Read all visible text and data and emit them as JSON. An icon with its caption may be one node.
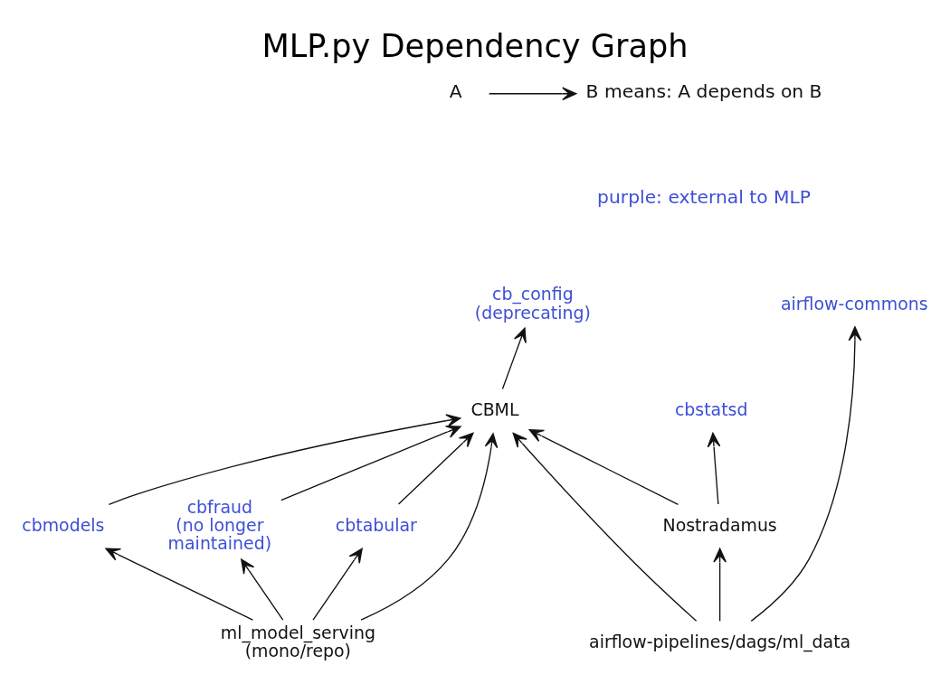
{
  "diagram": {
    "title": "MLP.py Dependency Graph",
    "nodes": [
      {
        "text": [
          "airflow-commons"
        ]
      },
      {
        "text": [
          "cbstatsd"
        ]
      },
      {
        "text": [
          "cb_config (deprecating)"
        ]
      },
      {
        "text": [
          "CBML"
        ]
      },
      {
        "text": [
          "cbmodels"
        ]
      },
      {
        "text": [
          "cbfraud (no longer maintained)"
        ]
      },
      {
        "text": [
          "cbtabular"
        ]
      },
      {
        "text": [
          "Nostradamus"
        ]
      },
      {
        "text": [
          "airflow-pipelines/dags/ml_data"
        ]
      },
      {
        "text": [
          "ml_model_serving (mono/repo)"
        ]
      }
    ],
    "edges": [
      {
        "from": 3,
        "to": 2,
        "arrow": "to"
      },
      {
        "from": 4,
        "to": 3,
        "arrow": "to"
      },
      {
        "from": 5,
        "to": 3,
        "arrow": "to"
      },
      {
        "from": 6,
        "to": 3,
        "arrow": "to"
      },
      {
        "from": 7,
        "to": 1,
        "arrow": "to"
      },
      {
        "from": 7,
        "to": 3,
        "arrow": "to"
      },
      {
        "from": 8,
        "to": 0,
        "arrow": "to"
      },
      {
        "from": 8,
        "to": 7,
        "arrow": "to"
      },
      {
        "from": 8,
        "to": 3,
        "arrow": "to"
      },
      {
        "from": 9,
        "to": 3,
        "arrow": "to"
      },
      {
        "from": 9,
        "to": 4,
        "arrow": "to"
      },
      {
        "from": 9,
        "to": 5,
        "arrow": "to"
      },
      {
        "from": 9,
        "to": 6,
        "arrow": "to"
      }
    ],
    "labels": [
      "A",
      "B means: A depends on B",
      "purple: external to MLP"
    ]
  }
}
